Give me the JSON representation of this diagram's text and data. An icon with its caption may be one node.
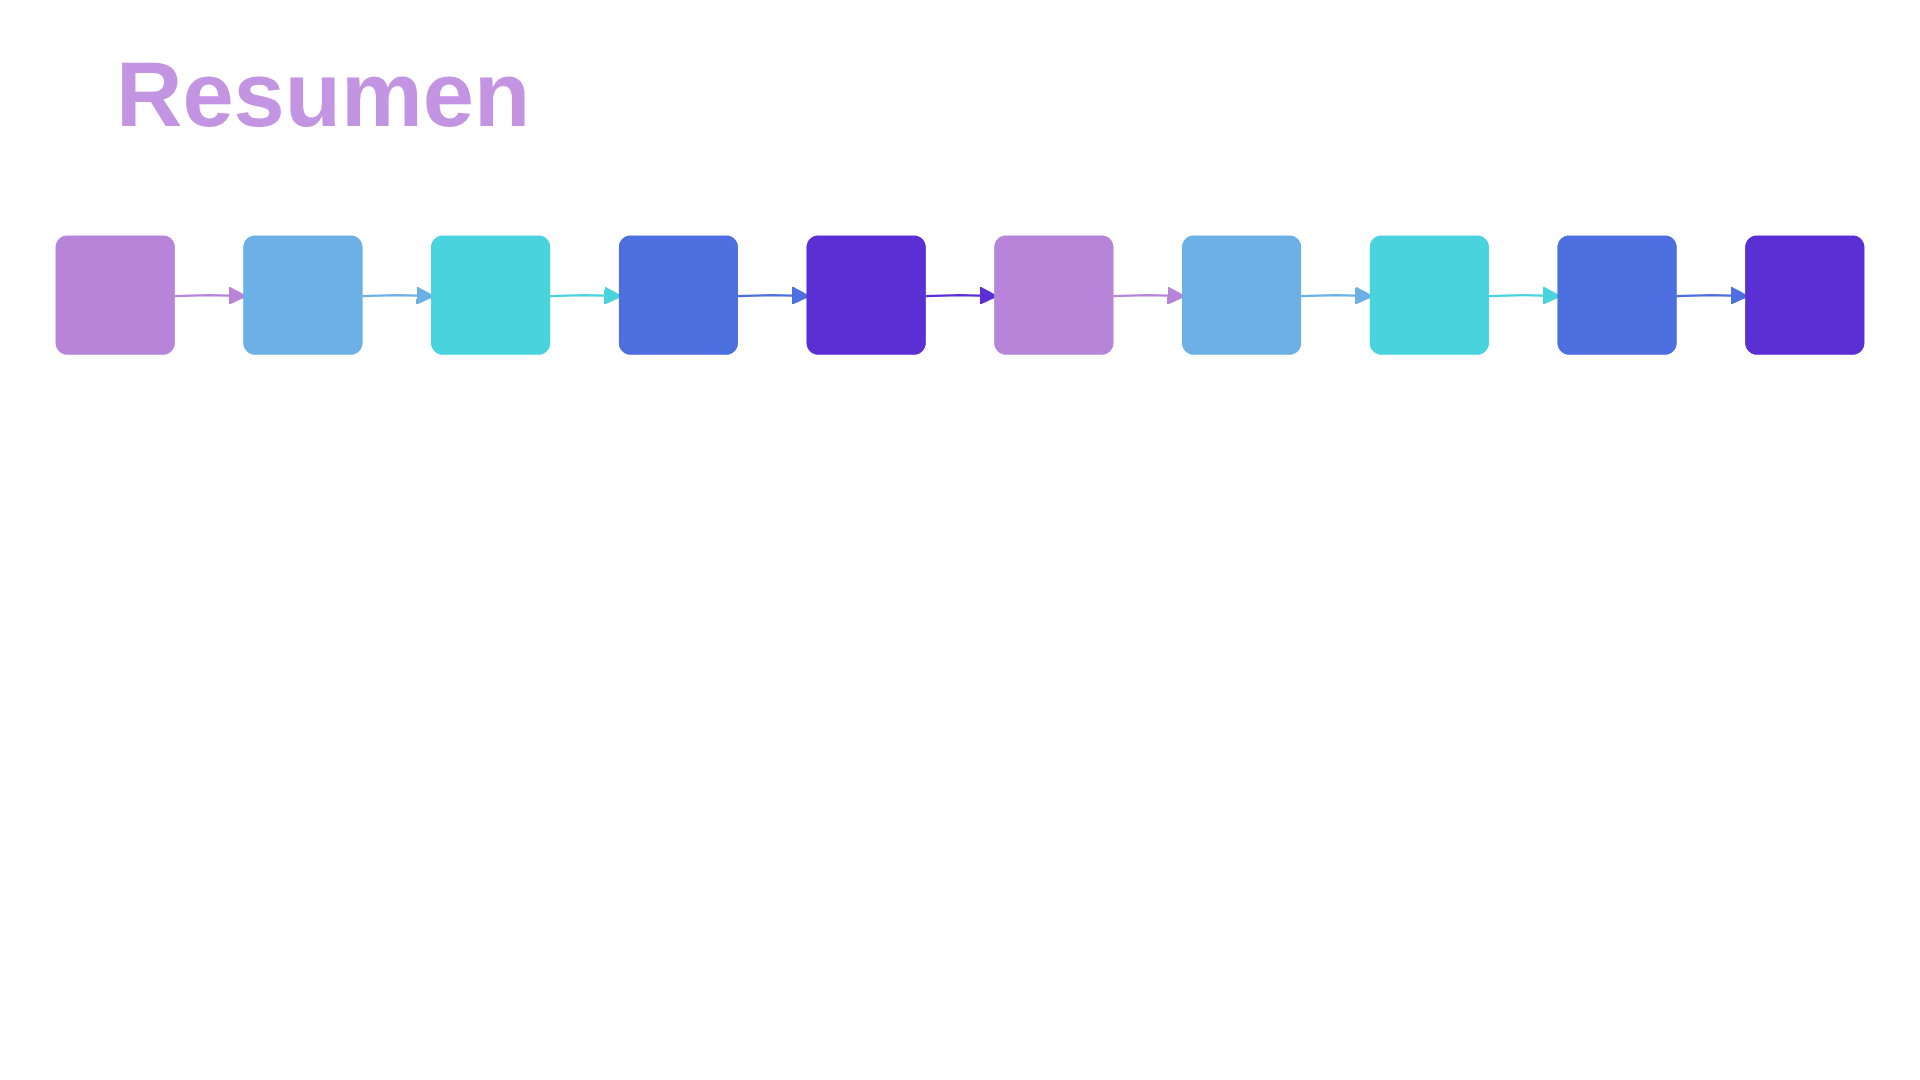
{
  "diagram": {
    "title": "Resumen",
    "nodes": [
      {
        "text": [],
        "shape": "box"
      },
      {
        "text": [],
        "shape": "box"
      },
      {
        "text": [],
        "shape": "box"
      },
      {
        "text": [],
        "shape": "box"
      },
      {
        "text": [],
        "shape": "box"
      },
      {
        "text": [],
        "shape": "box"
      },
      {
        "text": [],
        "shape": "box"
      },
      {
        "text": [],
        "shape": "box"
      },
      {
        "text": [],
        "shape": "box"
      },
      {
        "text": [],
        "shape": "box"
      }
    ],
    "edges": [
      {
        "from": 0,
        "to": 1,
        "arrow": "to",
        "color": "#b784d9"
      },
      {
        "from": 1,
        "to": 2,
        "arrow": "to",
        "color": "#6cb0e6"
      },
      {
        "from": 2,
        "to": 3,
        "arrow": "to",
        "color": "#48d3dd"
      },
      {
        "from": 3,
        "to": 4,
        "arrow": "to",
        "color": "#4d6fe0"
      },
      {
        "from": 4,
        "to": 5,
        "arrow": "to",
        "color": "#5a2fd4"
      },
      {
        "from": 5,
        "to": 6,
        "arrow": "to",
        "color": "#b784d9"
      },
      {
        "from": 6,
        "to": 7,
        "arrow": "to",
        "color": "#6cb0e6"
      },
      {
        "from": 7,
        "to": 8,
        "arrow": "to",
        "color": "#48d3dd"
      },
      {
        "from": 8,
        "to": 9,
        "arrow": "to",
        "color": "#4d6fe0"
      }
    ]
  }
}
